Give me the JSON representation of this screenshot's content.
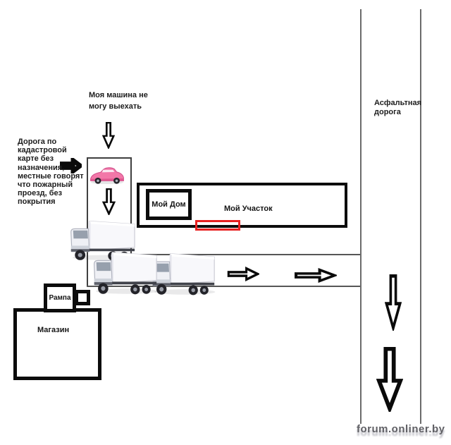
{
  "diagram": {
    "notes": {
      "car_note": "Моя машина не\nмогу выехать",
      "road_note": "Дорога по\nкадастровой\nкарте без\nназначения,\nместные говорят\nчто пожарный\nпроезд, без\nпокрытия",
      "asphalt_label": "Асфальтная\nдорога",
      "house_label": "Мой Дом",
      "plot_label": "Мой Участок",
      "ramp_label": "Рампа",
      "shop_label": "Магазин"
    },
    "watermark": "forum.onliner.by",
    "icons": {
      "down_arrow_icon": "outlined block arrow pointing down",
      "right_arrow_icon": "outlined block arrow pointing right",
      "blocked_arrow_icon": "thick black block arrow pointing right",
      "truck_icon": "white box truck facing left",
      "car_icon": "pink sports car facing left"
    },
    "colors": {
      "highlight_red": "#e82121",
      "box_black": "#0c0c0c",
      "road_line_gray": "#6b6b6b",
      "thin_line_gray": "#565656",
      "car_pink": "#f277a8",
      "watermark_gray": "#606065"
    }
  }
}
